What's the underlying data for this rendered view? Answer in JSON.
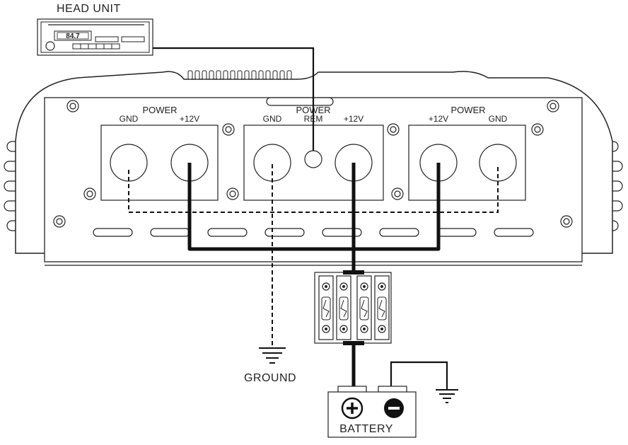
{
  "labels": {
    "head_unit": "HEAD UNIT",
    "radio_display": "84.7",
    "power_left": "POWER",
    "gnd_left": "GND",
    "v12_left": "+12V",
    "gnd_center": "GND",
    "power_center": "POWER",
    "rem_center": "REM",
    "v12_center": "+12V",
    "power_right": "POWER",
    "v12_right": "+12V",
    "gnd_right": "GND",
    "ground": "GROUND",
    "battery": "BATTERY"
  },
  "icons": {
    "positive": "plus-circle-icon",
    "negative": "minus-circle-icon",
    "ground": "ground-symbol-icon"
  }
}
